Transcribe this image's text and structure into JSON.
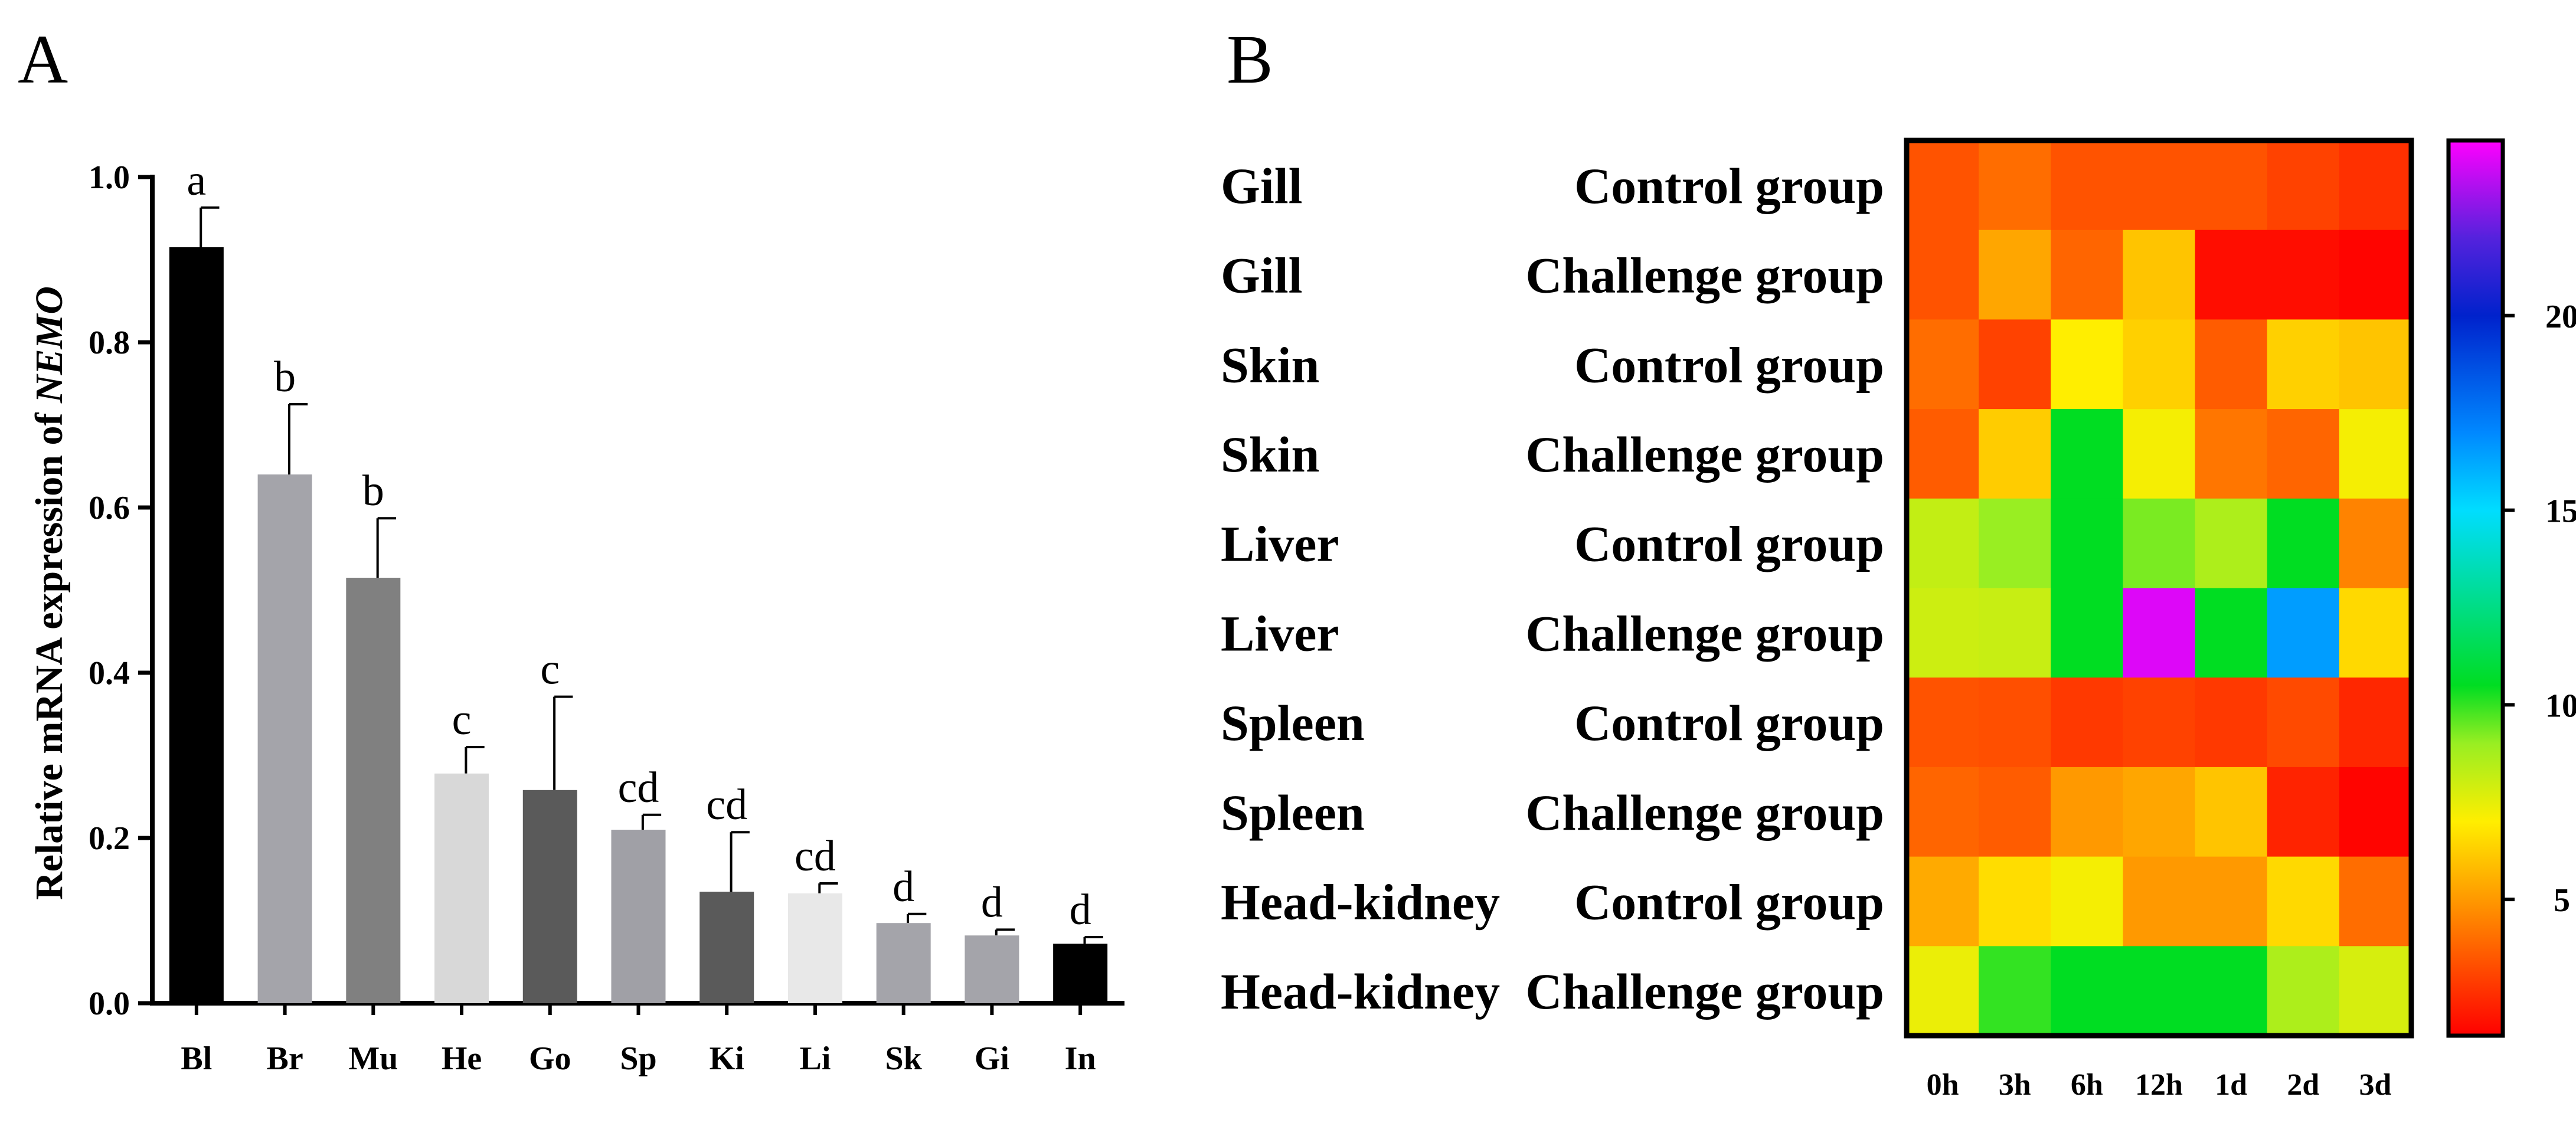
{
  "panels": {
    "a_label": "A",
    "b_label": "B"
  },
  "chart_data": [
    {
      "type": "bar",
      "panel": "A",
      "ylabel_prefix": "Relative mRNA expression of ",
      "ylabel_gene": "NEMO",
      "ylim": [
        0,
        1.0
      ],
      "yticks": [
        "0.0",
        "0.2",
        "0.4",
        "0.6",
        "0.8",
        "1.0"
      ],
      "grid": false,
      "categories": [
        "Bl",
        "Br",
        "Mu",
        "He",
        "Go",
        "Sp",
        "Ki",
        "Li",
        "Sk",
        "Gi",
        "In"
      ],
      "values": [
        0.915,
        0.64,
        0.515,
        0.278,
        0.258,
        0.21,
        0.135,
        0.133,
        0.097,
        0.082,
        0.072
      ],
      "errors": [
        0.048,
        0.085,
        0.072,
        0.032,
        0.113,
        0.018,
        0.072,
        0.012,
        0.011,
        0.007,
        0.008
      ],
      "significance": [
        "a",
        "b",
        "b",
        "c",
        "c",
        "cd",
        "cd",
        "cd",
        "d",
        "d",
        "d"
      ],
      "bar_colors": [
        "#000000",
        "#a4a4aa",
        "#808080",
        "#d8d8d8",
        "#5a5a5a",
        "#a0a0a6",
        "#5a5a5a",
        "#e8e8e8",
        "#a4a4aa",
        "#a4a4aa",
        "#000000"
      ]
    },
    {
      "type": "heatmap",
      "panel": "B",
      "columns": [
        "0h",
        "3h",
        "6h",
        "12h",
        "1d",
        "2d",
        "3d"
      ],
      "rows": [
        {
          "tissue": "Gill",
          "group": "Control group"
        },
        {
          "tissue": "Gill",
          "group": "Challenge group"
        },
        {
          "tissue": "Skin",
          "group": "Control group"
        },
        {
          "tissue": "Skin",
          "group": "Challenge group"
        },
        {
          "tissue": "Liver",
          "group": "Control group"
        },
        {
          "tissue": "Liver",
          "group": "Challenge group"
        },
        {
          "tissue": "Spleen",
          "group": "Control group"
        },
        {
          "tissue": "Spleen",
          "group": "Challenge group"
        },
        {
          "tissue": "Head-kidney",
          "group": "Control group"
        },
        {
          "tissue": "Head-kidney",
          "group": "Challenge group"
        }
      ],
      "values": [
        [
          3.4,
          4.0,
          3.4,
          3.4,
          3.4,
          3.0,
          2.6
        ],
        [
          3.4,
          5.3,
          3.8,
          6.0,
          1.8,
          1.8,
          1.6
        ],
        [
          4.0,
          3.0,
          7.0,
          6.3,
          3.6,
          6.3,
          6.0
        ],
        [
          3.6,
          6.2,
          10.5,
          7.2,
          4.2,
          3.8,
          7.2
        ],
        [
          8.2,
          9.0,
          10.5,
          9.3,
          8.6,
          10.5,
          4.5
        ],
        [
          8.0,
          8.1,
          10.5,
          24.0,
          10.5,
          16.5,
          6.5
        ],
        [
          3.4,
          3.3,
          2.8,
          3.0,
          2.8,
          3.2,
          2.4
        ],
        [
          3.8,
          3.6,
          5.0,
          5.3,
          6.0,
          2.3,
          1.6
        ],
        [
          5.4,
          6.6,
          7.2,
          5.0,
          5.0,
          6.5,
          4.0
        ],
        [
          7.4,
          10.0,
          10.5,
          10.5,
          10.5,
          8.6,
          7.8
        ]
      ],
      "colorbar": {
        "min": 1.5,
        "max": 24.5,
        "ticks": [
          5,
          10,
          15,
          20
        ],
        "tick_labels": [
          "5",
          "10",
          "15",
          "20"
        ],
        "stops": [
          {
            "v": 1.5,
            "color": "#ff0000"
          },
          {
            "v": 5.0,
            "color": "#ff9900"
          },
          {
            "v": 7.0,
            "color": "#ffee00"
          },
          {
            "v": 9.0,
            "color": "#99ee22"
          },
          {
            "v": 10.5,
            "color": "#00dd22"
          },
          {
            "v": 15.0,
            "color": "#00ddff"
          },
          {
            "v": 17.0,
            "color": "#0088ff"
          },
          {
            "v": 20.0,
            "color": "#0022cc"
          },
          {
            "v": 22.0,
            "color": "#5522dd"
          },
          {
            "v": 24.5,
            "color": "#ff00ff"
          }
        ]
      }
    }
  ]
}
